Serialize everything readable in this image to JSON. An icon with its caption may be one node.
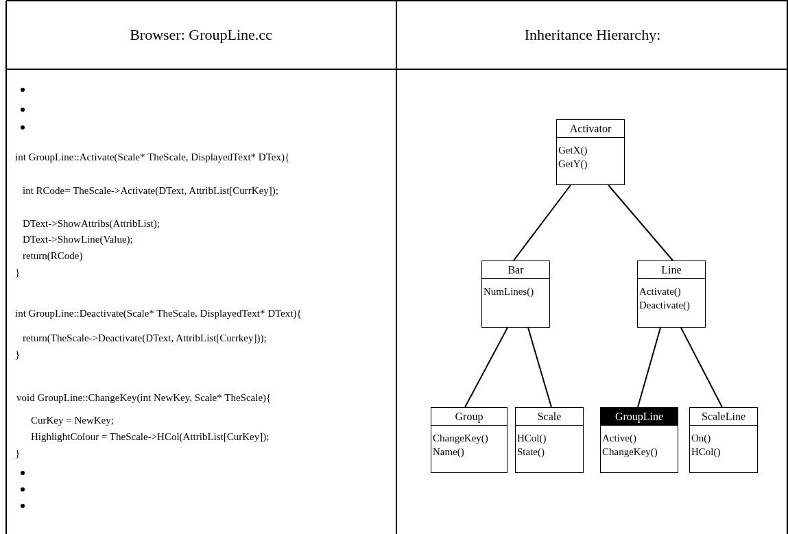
{
  "diagram": {
    "nodes": [
      {
        "text": [
          "Activator",
          "GetX()",
          "GetY()"
        ]
      },
      {
        "text": [
          "Bar",
          "NumLines()"
        ]
      },
      {
        "text": [
          "Line",
          "Activate()",
          "Deactivate()"
        ]
      },
      {
        "text": [
          "Group",
          "ChangeKey()",
          "Name()"
        ]
      },
      {
        "text": [
          "Scale",
          "HCol()",
          "State()"
        ]
      },
      {
        "text": [
          "GroupLine",
          "Active()",
          "ChangeKey()"
        ]
      },
      {
        "text": [
          "ScaleLine",
          "On()",
          "HCol()"
        ]
      }
    ],
    "edges": [
      {
        "from": 0,
        "to": 1,
        "arrow": "none"
      },
      {
        "from": 0,
        "to": 2,
        "arrow": "none"
      },
      {
        "from": 1,
        "to": 3,
        "arrow": "none"
      },
      {
        "from": 1,
        "to": 4,
        "arrow": "none"
      },
      {
        "from": 2,
        "to": 5,
        "arrow": "none"
      },
      {
        "from": 2,
        "to": 6,
        "arrow": "none"
      }
    ],
    "labels": [
      "Browser: GroupLine.cc",
      "Inheritance Hierarchy:",
      "int GroupLine::Activate(Scale* TheScale, DisplayedText* DTex){",
      "int RCode= TheScale->Activate(DText, AttribList[CurrKey]);",
      "DText->ShowAttribs(AttribList);",
      "DText->ShowLine(Value);",
      "return(RCode)",
      "}",
      "int GroupLine::Deactivate(Scale* TheScale, DisplayedText* DText){",
      "return(TheScale->Deactivate(DText, AttribList[Currkey]));",
      "}",
      "void GroupLine::ChangeKey(int NewKey, Scale* TheScale){",
      "CurKey = NewKey;",
      "HighlightColour = TheScale->HCol(AttribList[CurKey]);",
      "}"
    ]
  }
}
